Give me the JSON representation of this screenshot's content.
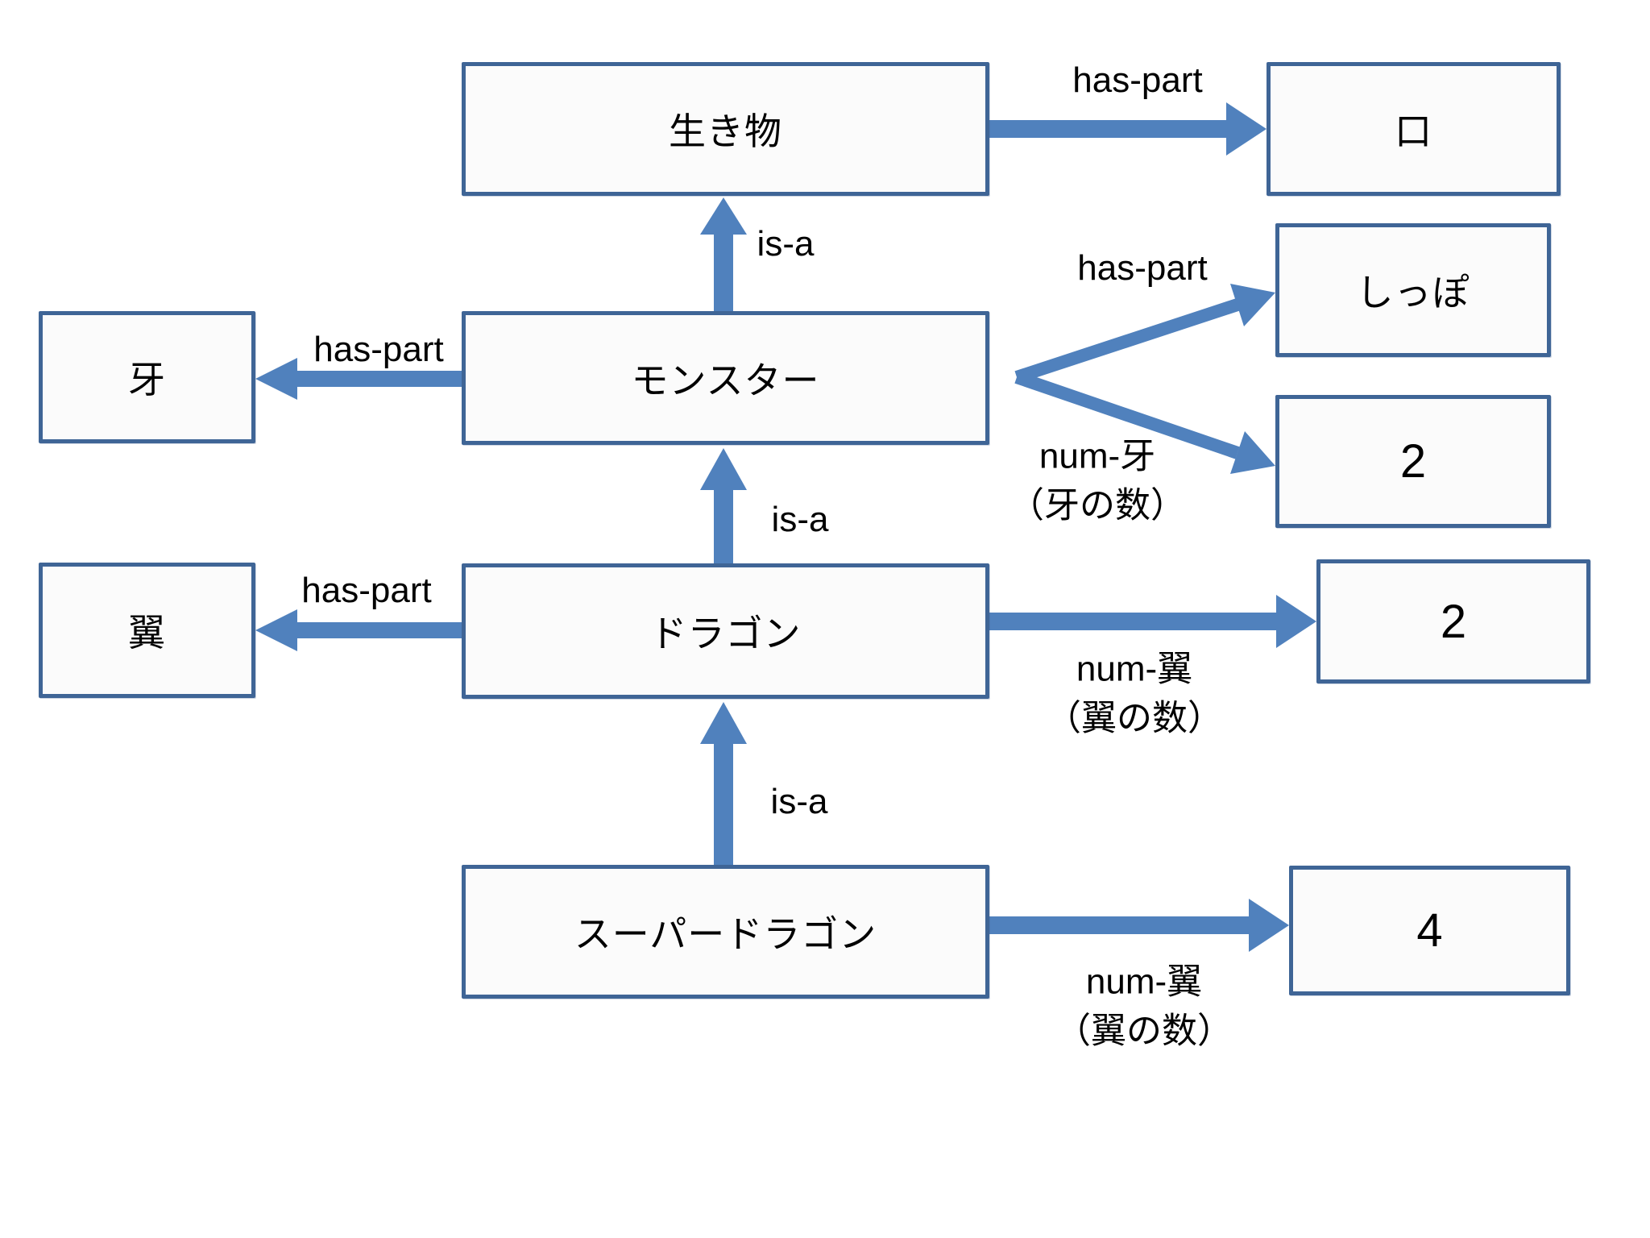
{
  "diagram": {
    "title": "semantic-network",
    "nodes": {
      "ikimono": {
        "label": "生き物"
      },
      "kuchi": {
        "label": "口"
      },
      "monster": {
        "label": "モンスター"
      },
      "kiba": {
        "label": "牙"
      },
      "shippo": {
        "label": "しっぽ"
      },
      "kiba_count": {
        "label": "2"
      },
      "dragon": {
        "label": "ドラゴン"
      },
      "tsubasa": {
        "label": "翼"
      },
      "tsubasa_count": {
        "label": "2"
      },
      "super_dragon": {
        "label": "スーパードラゴン"
      },
      "super_tsubasa_count": {
        "label": "4"
      }
    },
    "edge_labels": {
      "haspart_ikimono_kuchi": "has-part",
      "isa_monster_ikimono": "is-a",
      "haspart_monster_kiba": "has-part",
      "haspart_monster_shippo": "has-part",
      "num_kiba_line1": "num-牙",
      "num_kiba_line2": "（牙の数）",
      "isa_dragon_monster": "is-a",
      "haspart_dragon_tsubasa": "has-part",
      "num_tsubasa_line1": "num-翼",
      "num_tsubasa_line2": "（翼の数）",
      "isa_superdragon_dragon": "is-a",
      "num_super_tsubasa_line1": "num-翼",
      "num_super_tsubasa_line2": "（翼の数）"
    },
    "colors": {
      "box_border": "#3f6596",
      "box_fill": "#fbfbfb",
      "arrow": "#5081bd",
      "text": "#000000",
      "page_bg": "#ffffff"
    }
  }
}
